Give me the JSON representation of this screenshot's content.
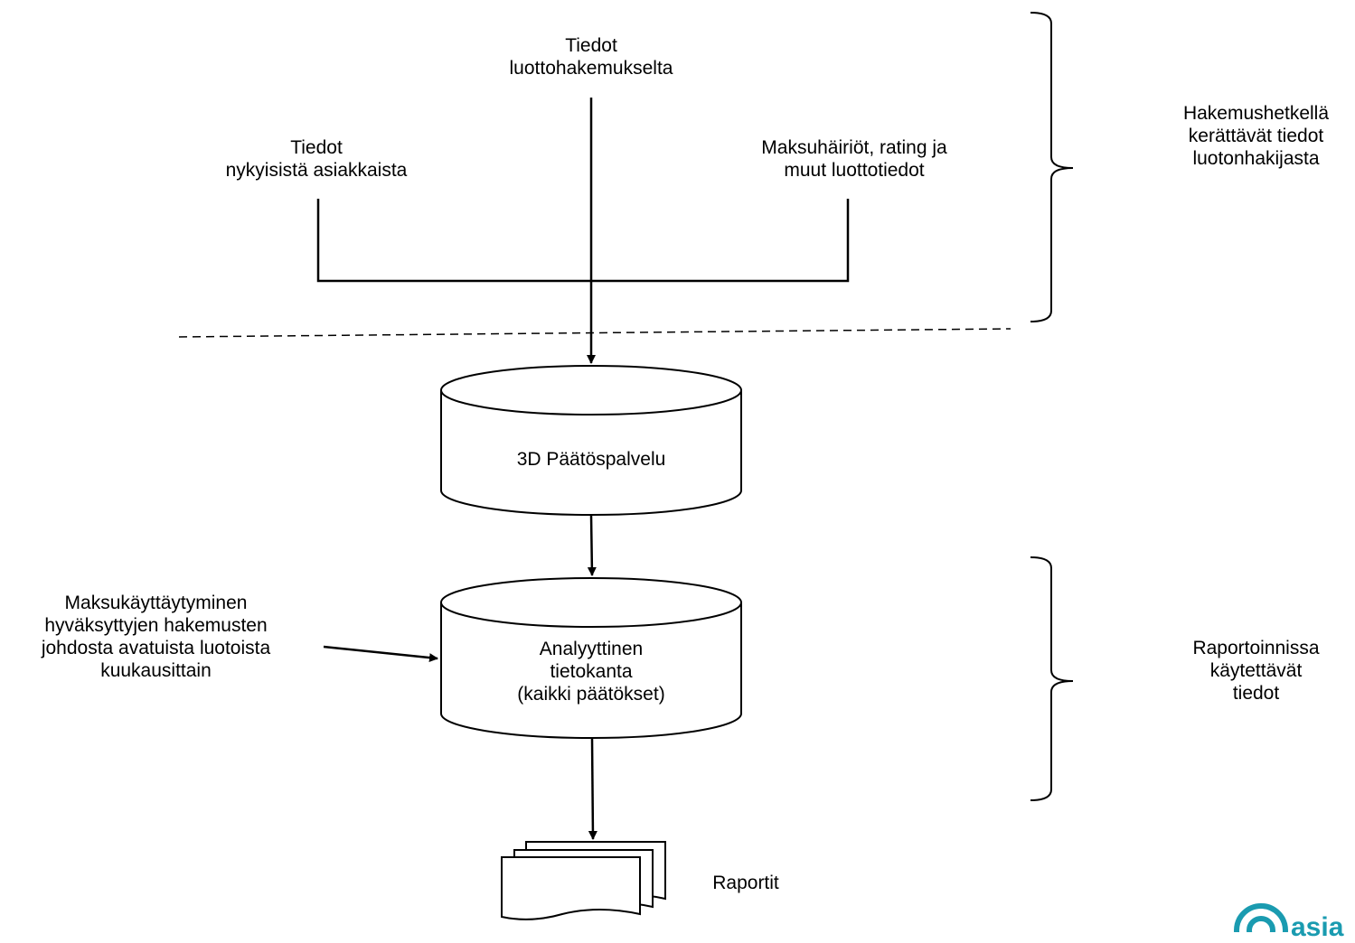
{
  "nodes": {
    "application": {
      "label": "Tiedot\nluottohakemukselta"
    },
    "customers": {
      "label": "Tiedot\nnykyisistä asiakkaista"
    },
    "credit_info": {
      "label": "Maksuhäiriöt, rating ja\nmuut luottotiedot"
    },
    "decision_service": {
      "label": "3D Päätöspalvelu"
    },
    "analytic_db": {
      "label": "Analyyttinen\ntietokanta\n(kaikki päätökset)"
    },
    "payment_behavior": {
      "label": "Maksukäyttäytyminen\nhyväksyttyjen hakemusten\njohdosta avatuista luotoista\nkuukausittain"
    },
    "reports": {
      "label": "Raportit"
    }
  },
  "brackets": {
    "application_time": {
      "label": "Hakemushetkellä\nkerättävät tiedot\nluotonhakijasta"
    },
    "reporting": {
      "label": "Raportoinnissa\nkäytettävät\ntiedot"
    }
  },
  "edges": [
    {
      "from": "application",
      "to": "decision_service"
    },
    {
      "from": "customers",
      "to": "decision_service"
    },
    {
      "from": "credit_info",
      "to": "decision_service"
    },
    {
      "from": "decision_service",
      "to": "analytic_db"
    },
    {
      "from": "payment_behavior",
      "to": "analytic_db"
    },
    {
      "from": "analytic_db",
      "to": "reports"
    }
  ],
  "logo": {
    "text": "asia",
    "color": "#1a9bb0"
  }
}
